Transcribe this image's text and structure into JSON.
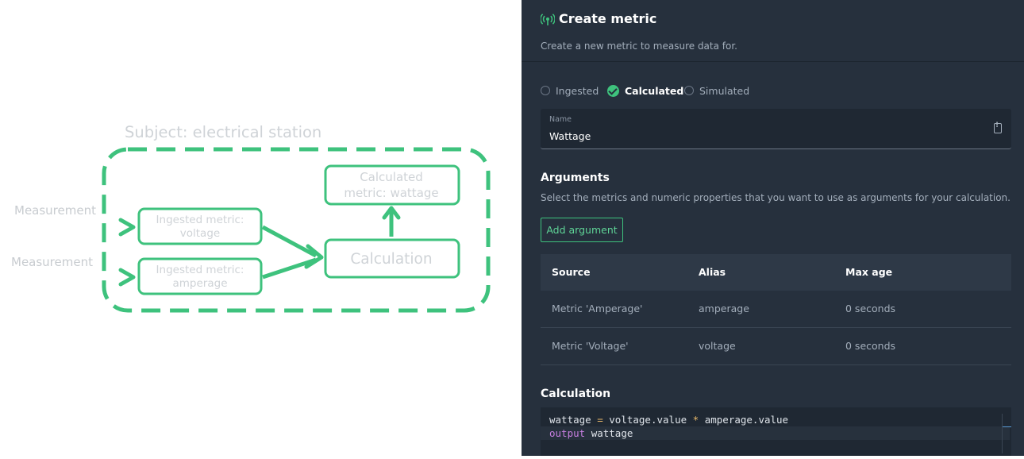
{
  "diagram": {
    "subject_label": "Subject: electrical station",
    "measurement_labels": [
      "Measurement",
      "Measurement"
    ],
    "ingested_voltage": [
      "Ingested metric:",
      "voltage"
    ],
    "ingested_amperage": [
      "Ingested metric:",
      "amperage"
    ],
    "calculation": "Calculation",
    "calculated": [
      "Calculated",
      "metric: wattage"
    ],
    "accent_color": "#3ec27d"
  },
  "panel": {
    "title": "Create metric",
    "subtitle": "Create a new metric to measure data for.",
    "metric_types": [
      {
        "label": "Ingested",
        "checked": false
      },
      {
        "label": "Calculated",
        "checked": true
      },
      {
        "label": "Simulated",
        "checked": false
      }
    ],
    "name_field": {
      "label": "Name",
      "value": "Wattage"
    },
    "arguments": {
      "title": "Arguments",
      "description": "Select the metrics and numeric properties that you want to use as arguments for your calculation.",
      "add_button": "Add argument",
      "columns": [
        "Source",
        "Alias",
        "Max age"
      ],
      "rows": [
        [
          "Metric 'Amperage'",
          "amperage",
          "0 seconds"
        ],
        [
          "Metric 'Voltage'",
          "voltage",
          "0 seconds"
        ]
      ]
    },
    "calculation": {
      "title": "Calculation",
      "line1": {
        "lhs": "wattage",
        "eq": "=",
        "a": "voltage.value",
        "mul": "*",
        "b": "amperage.value"
      },
      "line2": {
        "keyword": "output",
        "var": "wattage"
      }
    }
  }
}
